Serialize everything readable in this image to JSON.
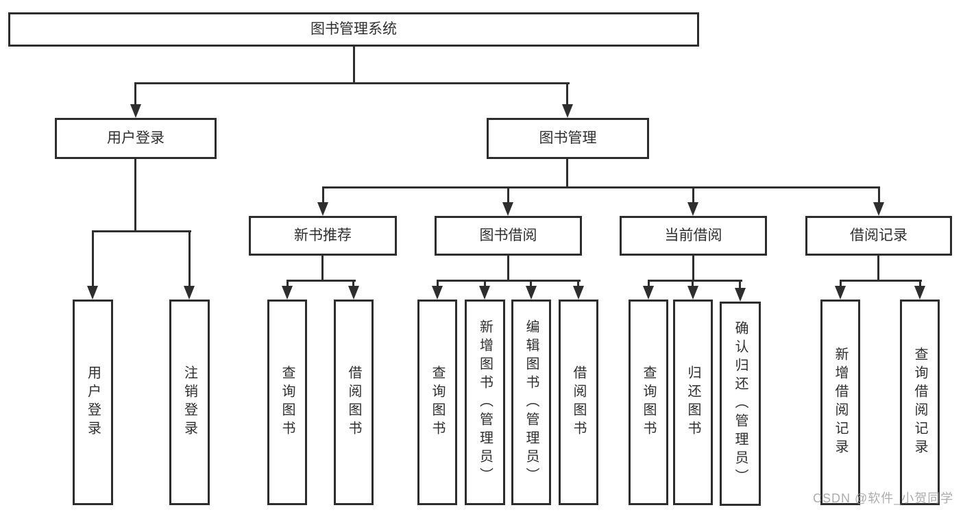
{
  "diagram": {
    "root": {
      "label": "图书管理系统"
    },
    "user_login_branch": {
      "label": "用户登录",
      "children": [
        "用户登录",
        "注销登录"
      ]
    },
    "book_mgmt_branch": {
      "label": "图书管理",
      "sections": [
        {
          "label": "新书推荐",
          "children": [
            "查询图书",
            "借阅图书"
          ]
        },
        {
          "label": "图书借阅",
          "children": [
            "查询图书",
            "新增图书（管理员）",
            "编辑图书（管理员）",
            "借阅图书"
          ]
        },
        {
          "label": "当前借阅",
          "children": [
            "查询图书",
            "归还图书",
            "确认归还（管理员）"
          ]
        },
        {
          "label": "借阅记录",
          "children": [
            "新增借阅记录",
            "查询借阅记录"
          ]
        }
      ]
    },
    "colors": {
      "line": "#2e2e2e",
      "box_border": "#2d2d2d",
      "text": "#2f2f2f",
      "background": "#ffffff",
      "watermark": "#9e9e9e"
    }
  },
  "watermark": {
    "text": "CSDN @软件_小贺同学"
  }
}
